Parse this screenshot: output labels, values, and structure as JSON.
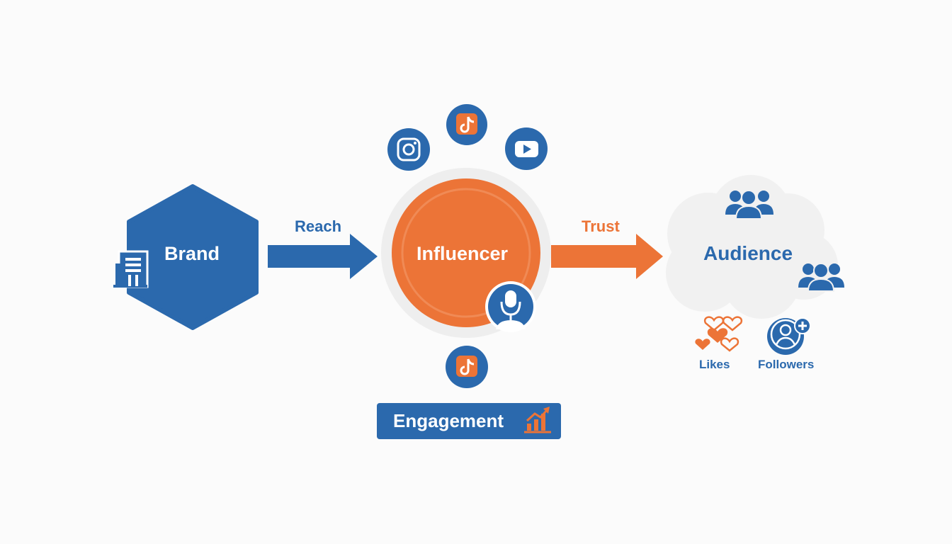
{
  "colors": {
    "blue": "#2b69ad",
    "orange": "#ec7437",
    "light_orange": "#f28b55",
    "ring": "#eeeeee",
    "cloud": "#f1f1f1",
    "white": "#ffffff"
  },
  "nodes": {
    "brand": {
      "label": "Brand",
      "icon": "building-icon"
    },
    "influencer": {
      "label": "Influencer",
      "icon": "microphone-person-icon"
    },
    "audience": {
      "label": "Audience",
      "icon": "group-icon"
    }
  },
  "edges": {
    "reach": {
      "label": "Reach",
      "from": "brand",
      "to": "influencer"
    },
    "trust": {
      "label": "Trust",
      "from": "influencer",
      "to": "audience"
    }
  },
  "platforms": [
    "instagram-icon",
    "tiktok-icon",
    "youtube-icon",
    "tiktok-icon"
  ],
  "engagement": {
    "label": "Engagement",
    "icon": "rising-bar-chart-icon"
  },
  "metrics": {
    "likes": {
      "label": "Likes",
      "icon": "hearts-icon"
    },
    "followers": {
      "label": "Followers",
      "icon": "add-user-icon"
    }
  }
}
